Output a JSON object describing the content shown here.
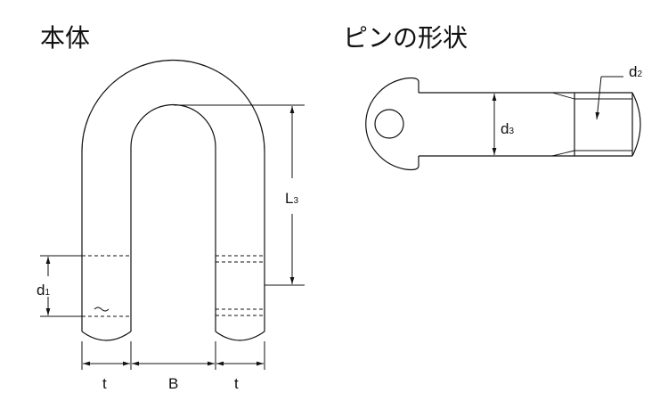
{
  "titles": {
    "body": "本体",
    "pin": "ピンの形状"
  },
  "labels": {
    "d1": "d",
    "d1_sub": "1",
    "L3": "L",
    "L3_sub": "3",
    "t_left": "t",
    "B": "B",
    "t_right": "t",
    "d2": "d",
    "d2_sub": "2",
    "d3": "d",
    "d3_sub": "3"
  },
  "colors": {
    "line": "#111111"
  }
}
